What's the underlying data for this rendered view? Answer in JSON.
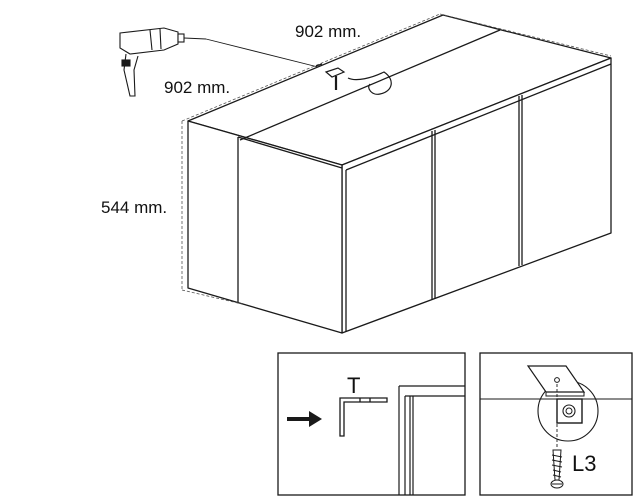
{
  "dimensions": {
    "width": "902 mm.",
    "depth": "902 mm.",
    "height": "544 mm."
  },
  "details": {
    "bracket_label": "T",
    "screw_label": "L3"
  },
  "colors": {
    "line": "#1a1a1a",
    "background": "#ffffff"
  },
  "icons": [
    "drill-icon",
    "arrow-right-icon",
    "screw-icon",
    "bracket-icon"
  ]
}
